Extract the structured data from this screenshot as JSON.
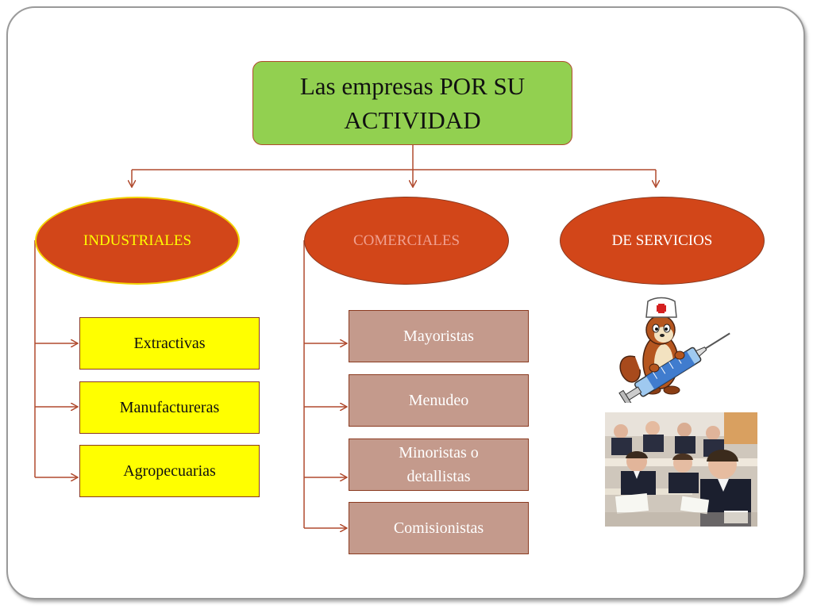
{
  "title": "Las empresas POR SU ACTIVIDAD",
  "categories": {
    "industriales": {
      "label": "INDUSTRIALES",
      "items": [
        "Extractivas",
        "Manufactureras",
        "Agropecuarias"
      ]
    },
    "comerciales": {
      "label": "COMERCIALES",
      "items": [
        "Mayoristas",
        "Menudeo",
        "Minoristas o detallistas",
        "Comisionistas"
      ]
    },
    "servicios": {
      "label": "DE SERVICIOS"
    }
  },
  "colors": {
    "title_fill": "#92d050",
    "oval_fill": "#d24619",
    "industrial_box_fill": "#ffff00",
    "commercial_box_fill": "#c49a8c",
    "connector": "#b04a2e"
  },
  "illustrations": [
    "nurse-weasel-syringe-illustration",
    "students-classroom-photo"
  ]
}
